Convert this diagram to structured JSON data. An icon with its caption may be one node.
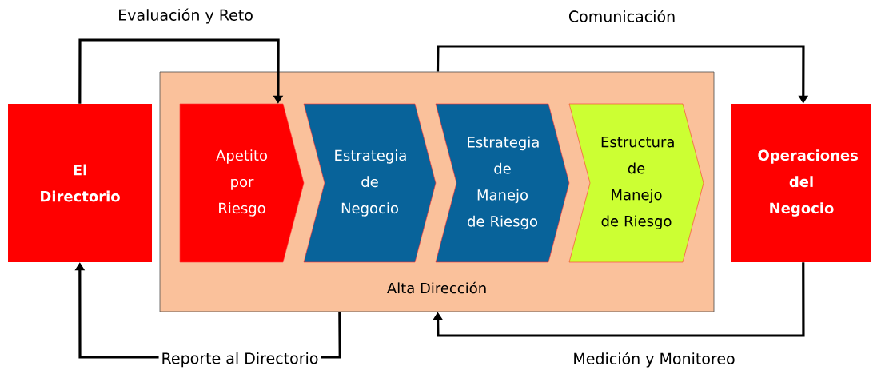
{
  "diagram": {
    "nodes": [
      {
        "text": [
          "El Directorio"
        ]
      },
      {
        "text": [
          "Alta Dirección"
        ]
      },
      {
        "text": [
          "Apetito por Riesgo"
        ],
        "in": 1
      },
      {
        "text": [
          "Estrategia de Negocio"
        ],
        "in": 1
      },
      {
        "text": [
          "Estrategia de Manejo de Riesgo"
        ],
        "in": 1
      },
      {
        "text": [
          "Estructura de Manejo de Riesgo"
        ],
        "in": 1
      },
      {
        "text": [
          "Operaciones del Negocio"
        ]
      }
    ],
    "edges": [
      {
        "from": 0,
        "to": 2,
        "arrow": "to",
        "label": "Evaluación y Reto"
      },
      {
        "from": 1,
        "to": 6,
        "arrow": "to",
        "label": "Comunicación"
      },
      {
        "from": 6,
        "to": 1,
        "arrow": "to",
        "label": "Medición y Monitoreo"
      },
      {
        "from": 1,
        "to": 0,
        "arrow": "to",
        "label": "Reporte al Directorio"
      }
    ]
  }
}
